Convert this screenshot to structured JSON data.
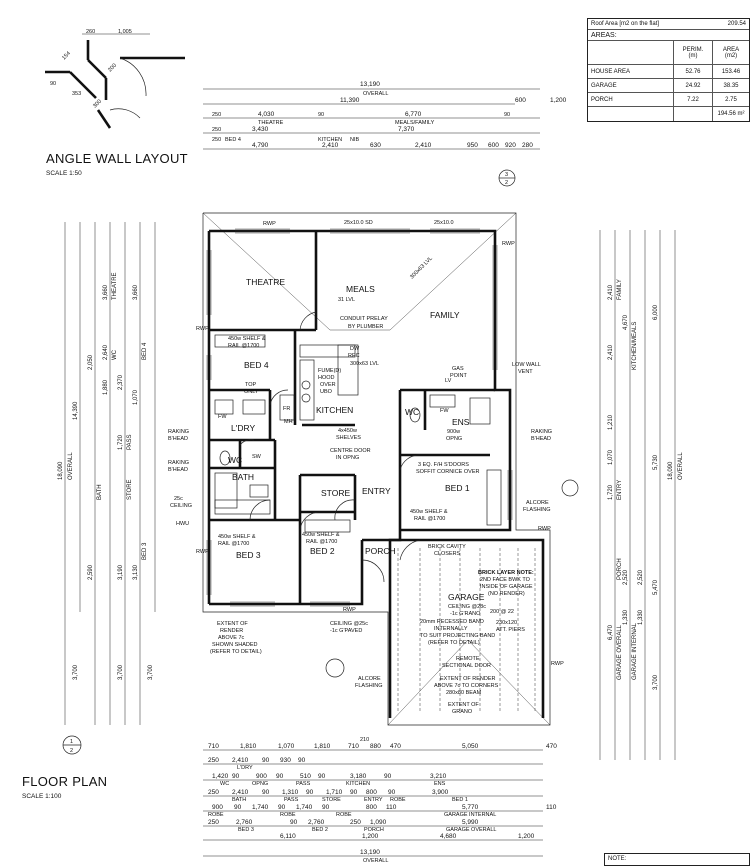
{
  "area_table": {
    "title": "Roof Area [m2 on the flat]",
    "roof_area": "209.54",
    "areas_label": "AREAS:",
    "perim_header": "PERIM.",
    "perim_unit": "(m)",
    "area_header": "AREA",
    "area_unit": "(m2)",
    "rows": [
      {
        "name": "HOUSE AREA",
        "perim": "52.76",
        "area": "153.46"
      },
      {
        "name": "GARAGE",
        "perim": "24.92",
        "area": "38.35"
      },
      {
        "name": "PORCH",
        "perim": "7.22",
        "area": "2.75"
      }
    ],
    "total": "194.56 m²"
  },
  "angle_wall": {
    "title": "ANGLE WALL LAYOUT",
    "scale": "SCALE 1:50",
    "dims": [
      "260",
      "1,005",
      "353",
      "200",
      "300",
      "154",
      "90"
    ]
  },
  "floor_plan": {
    "title": "FLOOR PLAN",
    "scale": "SCALE 1:100",
    "section_mark_top": "1",
    "section_mark_bottom": "2",
    "section_mark2_top": "3",
    "section_mark2_bottom": "2"
  },
  "rooms": {
    "theatre": "THEATRE",
    "meals": "MEALS",
    "family": "FAMILY",
    "bed4": "BED 4",
    "kitchen": "KITCHEN",
    "ldry": "L'DRY",
    "bath": "BATH",
    "wc": "WC",
    "wc2": "WC",
    "ens": "ENS",
    "store": "STORE",
    "entry": "ENTRY",
    "bed1": "BED 1",
    "bed3": "BED 3",
    "bed2": "BED 2",
    "porch": "PORCH",
    "garage": "GARAGE"
  },
  "labels": {
    "rwp": "RWP",
    "sd_top": "25x10.0 SD",
    "sd_top2": "25x10.0",
    "ceiling_31": "31 LVL",
    "lvl_300": "300x63 LVL",
    "lvl_300b": "300x63 LVL",
    "conduit": "CONDUIT PRELAY",
    "by_plumber": "BY PLUMBER",
    "shelf_bed4": "450w SHELF &",
    "rail_bed4": "RAIL @1700",
    "fume": "FUME(D)",
    "hood": "HOOD",
    "over_ubo": "OVER",
    "ubo": "UBO",
    "top_only": "TOP",
    "only": "ONLY",
    "shelves": "4x450w",
    "shelves2": "SHELVES",
    "centre_door": "CENTRE DOOR",
    "in_opng": "IN OPNG",
    "gas_point": "GAS",
    "point": "POINT",
    "low_wall": "LOW WALL",
    "vent": "VENT",
    "opng_900": "900w",
    "opng": "OPNG",
    "raking_bhead": "RAKING",
    "bhead": "B'HEAD",
    "doors_bed1": "3 EQ. F/H S'DOORS",
    "soffit": "SOFFIT CORNICE OVER",
    "shelf_bed1": "450w SHELF &",
    "rail_bed1": "RAIL @1700",
    "alcove": "ALCORE",
    "flashing": "FLASHING",
    "brick_cavity": "BRICK CAVITY",
    "closers": "CLOSERS",
    "brick_note_title": "BRICK LAYER NOTE:",
    "brick_note1": "2ND FACE BWK TO",
    "brick_note2": "INSIDE OF GARAGE",
    "brick_note3": "(NO RENDER)",
    "garage_ceiling": "CEILING @28c",
    "garage_ceiling2": "-1c G'RANO",
    "garage_dims": "200 @ 22",
    "recessed_band": "20mm RECESSED BAND",
    "internally": "INTERNALLY",
    "suit_band": "TO SUIT PROJECTING BAND",
    "refer_detail": "(REFER TO DETAIL)",
    "piers": "ATT. PIERS",
    "piers_dim": "230x120",
    "remote": "REMOTE",
    "sectional": "SECTIONAL DOOR",
    "extent_render": "EXTENT OF RENDER",
    "above_corners": "ABOVE 7c TO CORNERS",
    "beam": "280x80 BEAM",
    "extent_grano": "EXTENT OF",
    "grano": "GRANO",
    "extent_left1": "EXTENT OF",
    "extent_left2": "RENDER",
    "extent_left3": "ABOVE 7c",
    "extent_left4": "SHOWN SHADED",
    "extent_left5": "(REFER TO DETAIL)",
    "ceiling_porch": "CEILING @25c",
    "ceiling_porch2": "-1c G'PAVED",
    "alcove2": "ALCORE",
    "flashing2": "FLASHING",
    "hwu": "HWU",
    "ceiling_25c": "25c",
    "ceiling_word": "CEILING",
    "shelf_bed3": "450w SHELF &",
    "rail_bed3": "RAIL @1700",
    "shelf_bed2": "450w SHELF &",
    "rail_bed2": "RAIL @1700",
    "mh": "MH",
    "fw": "FW",
    "dw": "DW",
    "rec": "REC",
    "fr": "FR",
    "lv": "LV",
    "sw": "SW"
  },
  "dims_top": {
    "overall_val": "13,190",
    "overall_word": "OVERALL",
    "sub_val": "11,390",
    "r1": [
      "4,030",
      "6,770"
    ],
    "r1_words": [
      "THEATRE",
      "MEALS/FAMILY"
    ],
    "r2": [
      "3,430",
      "7,370"
    ],
    "r3": [
      "4,790",
      "2,410",
      "630",
      "2,410",
      "950",
      "600",
      "920",
      "280"
    ],
    "r3_words": [
      "BED 4",
      "KITCHEN",
      "NIB"
    ],
    "side": [
      "600",
      "1,200"
    ],
    "small": [
      "250",
      "90",
      "90",
      "250",
      "250"
    ]
  },
  "dims_bottom": {
    "r1": [
      "710",
      "1,810",
      "1,070",
      "1,810",
      "710",
      "880",
      "470",
      "5,050",
      "470"
    ],
    "r1_top": "210",
    "r2": [
      "250",
      "2,410",
      "90",
      "930",
      "90"
    ],
    "r2_word": "L'DRY",
    "r3": [
      "1,420",
      "90",
      "900",
      "90",
      "510",
      "90",
      "3,180",
      "90",
      "3,210"
    ],
    "r3_words": [
      "WC",
      "OPNG",
      "PASS",
      "KITCHEN",
      "ENS"
    ],
    "r4": [
      "250",
      "2,410",
      "90",
      "1,310",
      "90",
      "1,710",
      "90",
      "800",
      "90",
      "3,900"
    ],
    "r4_words": [
      "BATH",
      "PASS",
      "STORE",
      "ENTRY",
      "ROBE",
      "BED 1"
    ],
    "r5": [
      "900",
      "90",
      "1,740",
      "90",
      "1,740",
      "90",
      "800",
      "110",
      "5,770"
    ],
    "r5_words": [
      "ROBE",
      "ROBE",
      "ROBE",
      "GARAGE INTERNAL"
    ],
    "r6": [
      "250",
      "2,760",
      "90",
      "2,760",
      "250",
      "1,090",
      "5,990"
    ],
    "r6_words": [
      "BED 3",
      "BED 2",
      "PORCH",
      "GARAGE OVERALL"
    ],
    "r7": [
      "6,110",
      "1,200",
      "4,680",
      "1,200"
    ],
    "overall_val": "13,190",
    "overall_word": "OVERALL",
    "tail": "110"
  },
  "dims_left": {
    "overall": "18,090",
    "overall_word": "OVERALL",
    "a": "14,390",
    "b": "3,700",
    "c1": [
      "3,660",
      "2,640",
      "3,660",
      "1,070"
    ],
    "c1_words": [
      "THEATRE",
      "WC",
      "BED 4"
    ],
    "c2": [
      "2,590",
      "2,050",
      "1,880",
      "2,370",
      "1,720",
      "3,190",
      "3,130"
    ],
    "c2_words": [
      "BATH",
      "STORE",
      "PASS",
      "BED 3"
    ]
  },
  "dims_right": {
    "overall": "18,090",
    "overall_word": "OVERALL",
    "a": "6,000",
    "b": "5,730",
    "c": "5,470",
    "d": "3,700",
    "e": "6,470",
    "r1": [
      "2,410",
      "4,670",
      "2,410",
      "1,210",
      "1,070",
      "1,720"
    ],
    "r1_words": [
      "FAMILY",
      "KITCHEN/MEALS",
      "ENTRY",
      "PORCH"
    ],
    "g": [
      "2,520",
      "1,330",
      "2,520",
      "1,330"
    ],
    "g_words": [
      "GARAGE OVERALL",
      "GARAGE INTERNAL"
    ]
  },
  "note_label": "NOTE:"
}
